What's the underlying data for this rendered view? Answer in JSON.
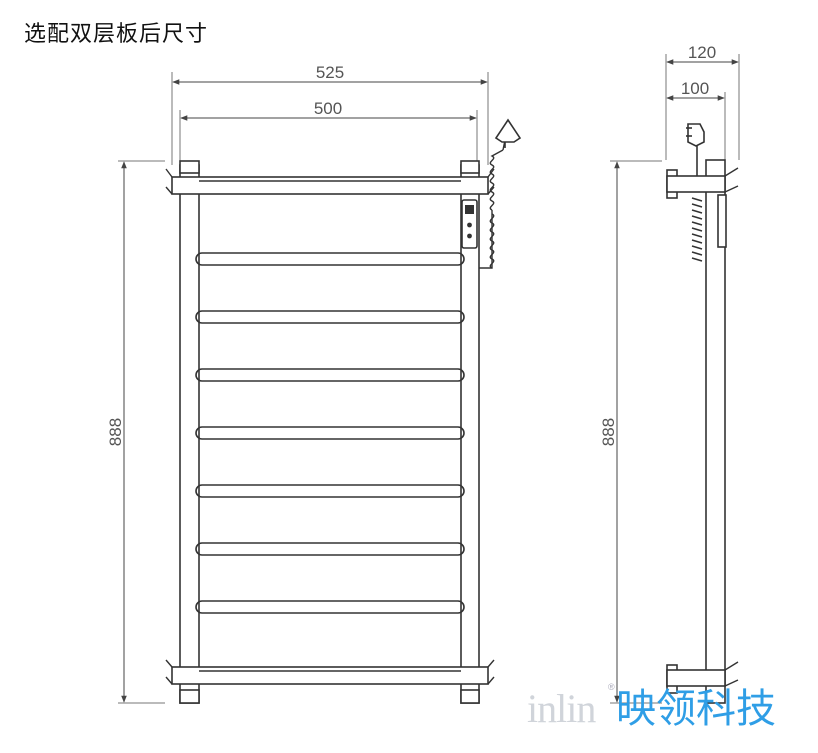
{
  "title": "选配双层板后尺寸",
  "front_view": {
    "outer_width": "525",
    "inner_width": "500",
    "height": "888"
  },
  "side_view": {
    "outer_depth": "120",
    "inner_depth": "100",
    "height": "888"
  },
  "logo": {
    "latin": "inlin",
    "registered": "®",
    "chinese": "映领科技",
    "chinese_color": "#2f9ee6"
  }
}
